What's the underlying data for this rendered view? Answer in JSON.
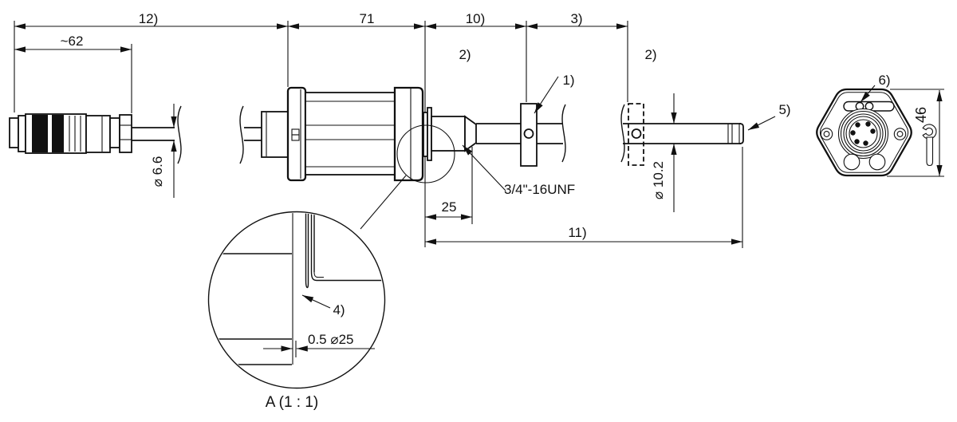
{
  "drawing_type": "technical-dimension-drawing",
  "colors": {
    "line": "#111111",
    "background": "#ffffff"
  },
  "dimensions": {
    "overall_length": "12)",
    "connector_length": "~62",
    "housing_length": "71",
    "segment_10": "10)",
    "segment_3": "3)",
    "thread_length": "25",
    "rod_length": "11)",
    "cable_diameter": "⌀ 6.6",
    "rod_diameter": "⌀ 10.2",
    "wrench_size": "46",
    "groove_dimension": "0.5 ⌀25"
  },
  "callouts": {
    "position_magnet": "1)",
    "note_left": "2)",
    "note_right": "2)",
    "groove": "4)",
    "rod_end": "5)",
    "status_leds": "6)"
  },
  "labels": {
    "thread_spec": "3/4\"-16UNF",
    "detail_title": "A (1 : 1)"
  }
}
